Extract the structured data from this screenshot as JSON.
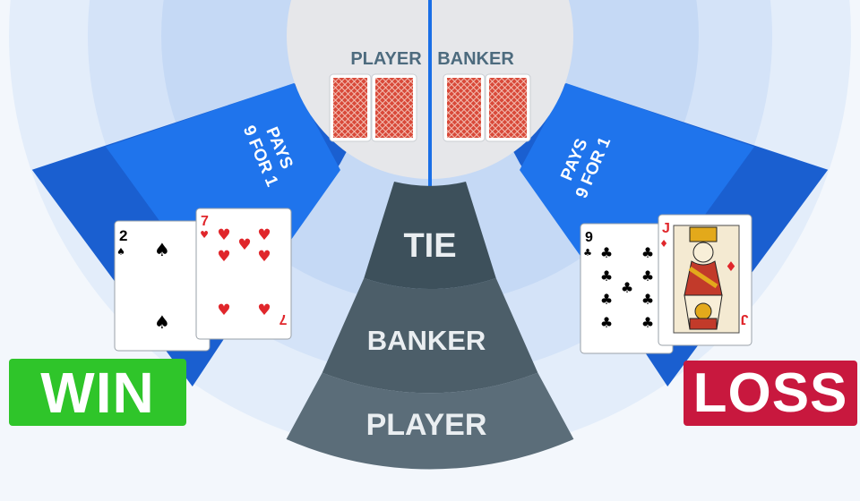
{
  "table": {
    "player_label": "PLAYER",
    "banker_label": "BANKER",
    "pays_left_line1": "PAYS",
    "pays_left_line2": "9 FOR 1",
    "pays_right_line1": "PAYS",
    "pays_right_line2": "9 FOR 1"
  },
  "bet_zones": {
    "tie": "TIE",
    "banker": "BANKER",
    "player": "PLAYER"
  },
  "left_hand": [
    {
      "rank": "2",
      "suit": "spades"
    },
    {
      "rank": "7",
      "suit": "hearts"
    }
  ],
  "right_hand": [
    {
      "rank": "9",
      "suit": "clubs"
    },
    {
      "rank": "J",
      "suit": "diamonds"
    }
  ],
  "outcomes": {
    "win": "WIN",
    "loss": "LOSS"
  },
  "colors": {
    "win": "#2fc52a",
    "loss": "#c8183e",
    "pays_zone": "#1a6fe6",
    "card_back": "#d94a3a",
    "center_zone": "#e6e7ea",
    "tie_zone": "#3d505b",
    "banker_zone": "#4c5e69",
    "player_zone": "#5b6d79"
  }
}
